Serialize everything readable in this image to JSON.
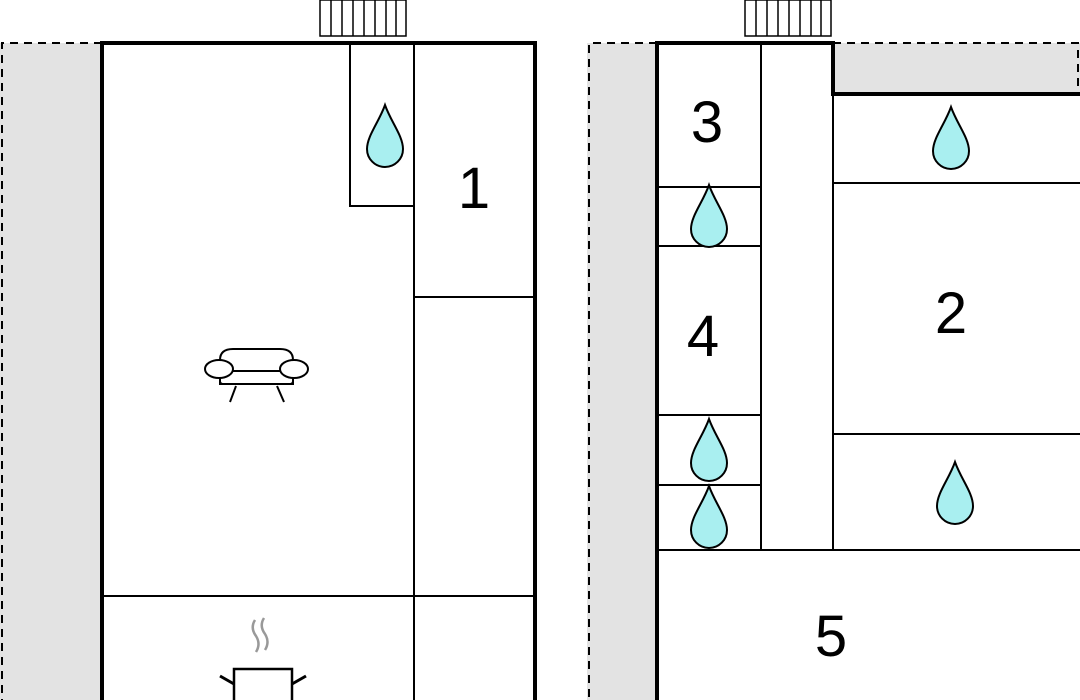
{
  "plan": {
    "room_labels": {
      "room1": "1",
      "room2": "2",
      "room3": "3",
      "room4": "4",
      "room5": "5"
    },
    "icons": {
      "living": "sofa-icon",
      "kitchen": "cooking-pot-icon",
      "bath": "water-drop-icon"
    },
    "colors": {
      "water_drop": "#a9eff0",
      "outdoor_area": "#e3e3e3",
      "steam": "#999999"
    }
  }
}
